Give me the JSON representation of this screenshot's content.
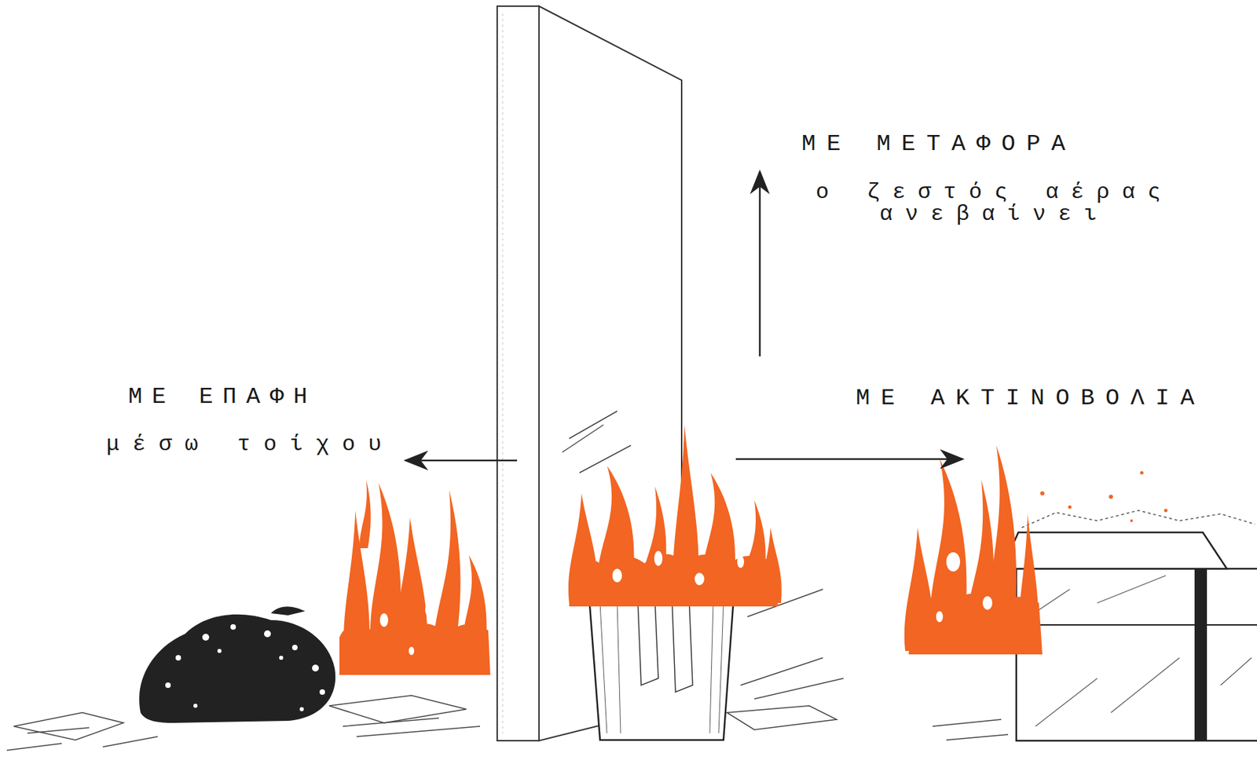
{
  "diagram": {
    "labels": [
      "ΜΕ ΜΕΤΑΦΟΡΑ",
      "ο ζεστός αέρας ανεβαίνει",
      "ΜΕ ΕΠΑΦΗ",
      "μέσω τοίχου",
      "ΜΕ ΑΚΤΙΝΟΒΟΛΙΑ"
    ]
  }
}
